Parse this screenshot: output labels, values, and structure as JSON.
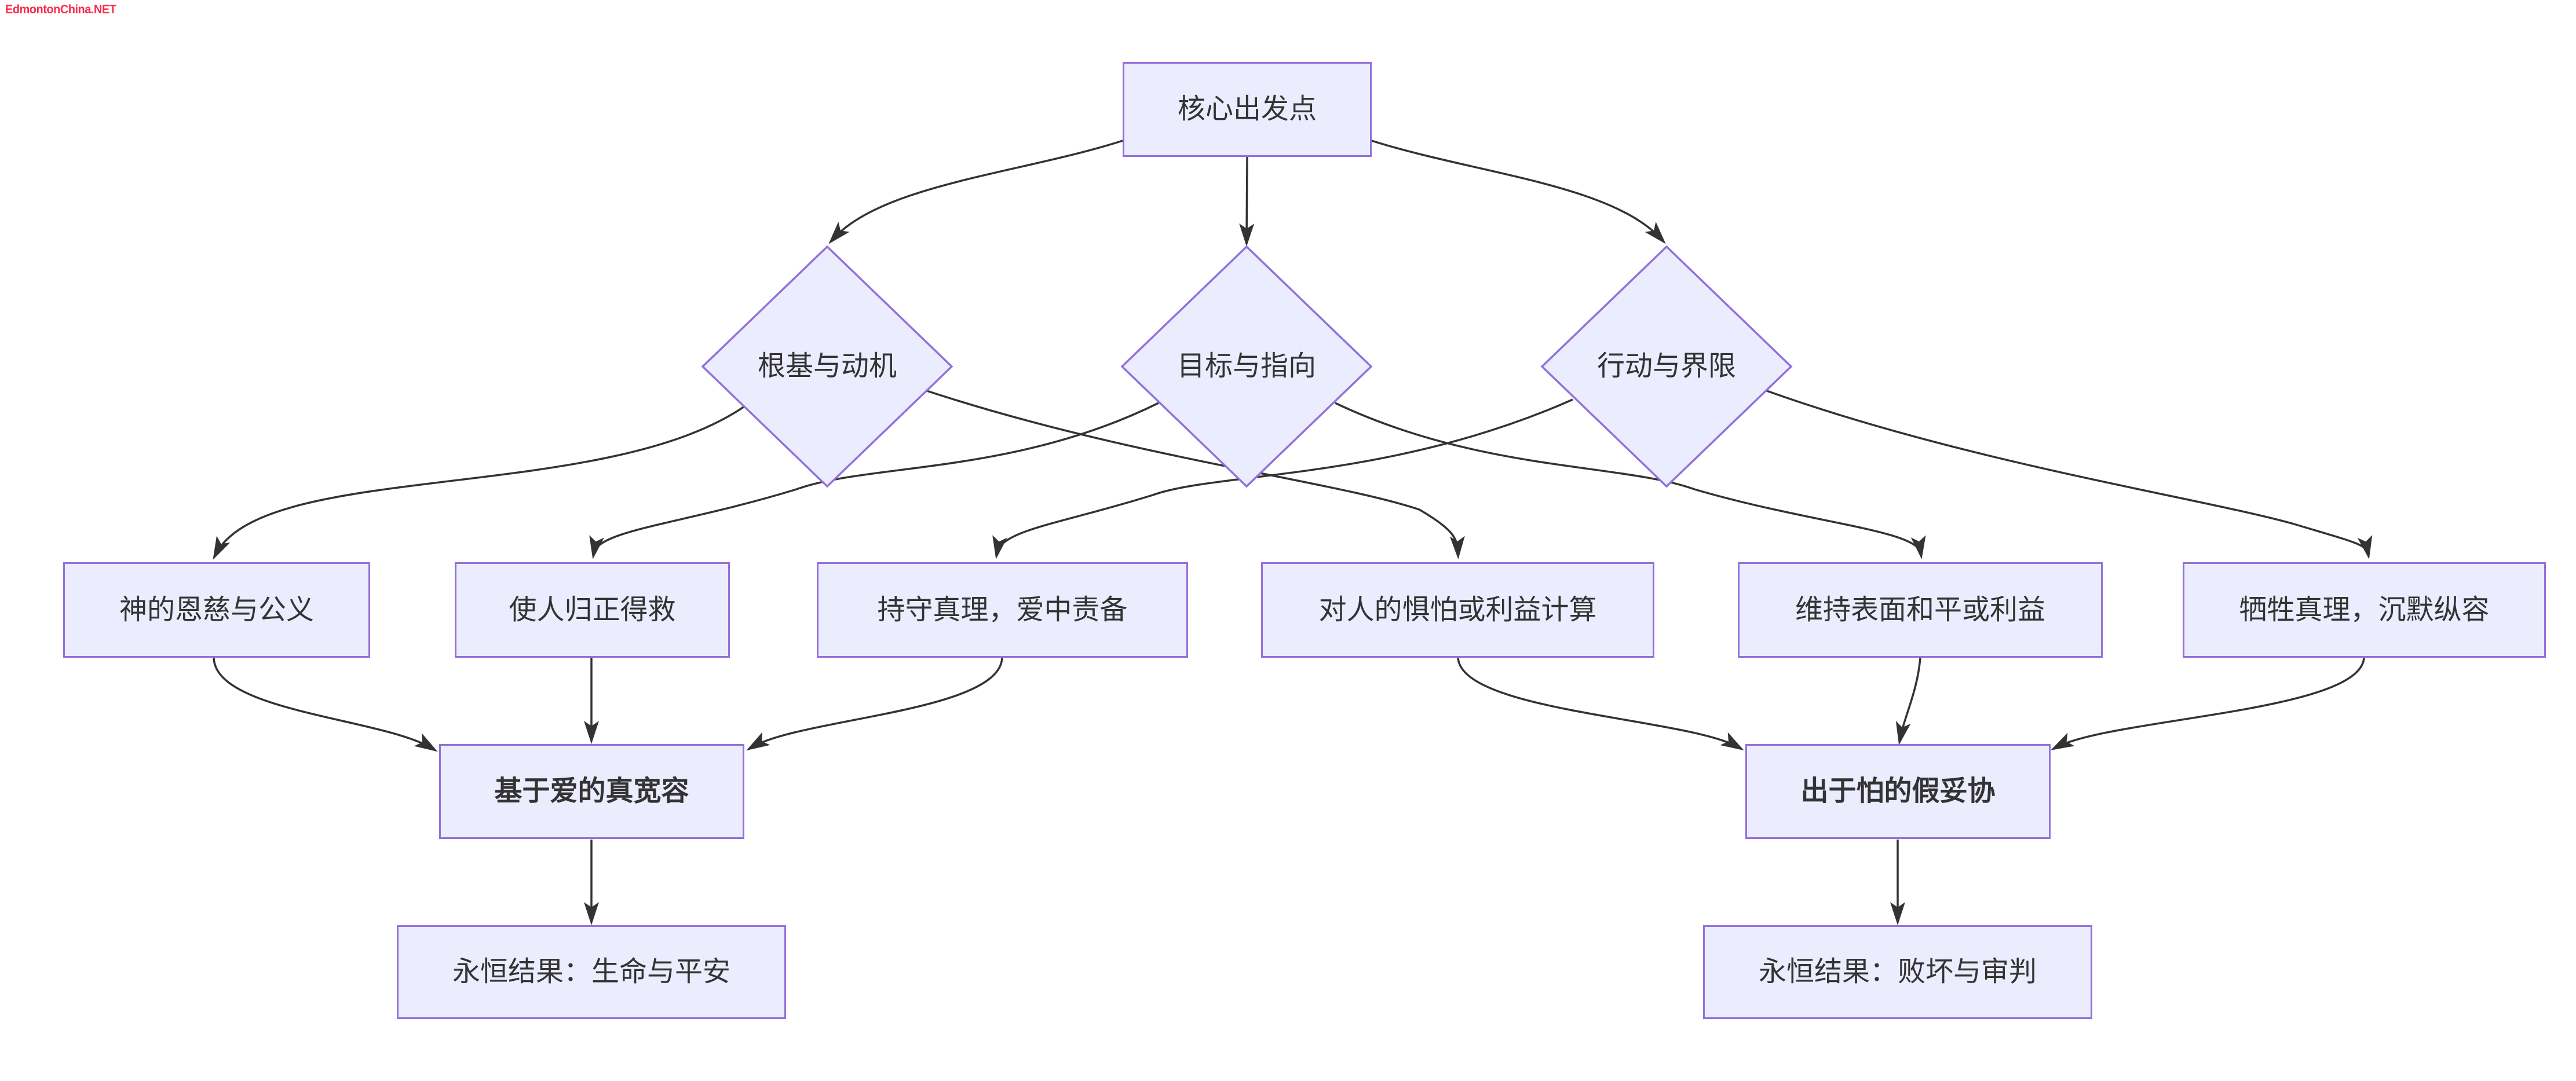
{
  "watermark": "EdmontonChina.NET",
  "colors": {
    "node_fill": "#ECECFF",
    "node_border": "#9370DB",
    "edge": "#333333",
    "text": "#333333",
    "watermark_red": "#F92B4B"
  },
  "nodes": {
    "core": {
      "label": "核心出发点",
      "shape": "rect"
    },
    "foundation": {
      "label": "根基与动机",
      "shape": "diamond"
    },
    "goal": {
      "label": "目标与指向",
      "shape": "diamond"
    },
    "action": {
      "label": "行动与界限",
      "shape": "diamond"
    },
    "grace": {
      "label": "神的恩慈与公义",
      "shape": "rect"
    },
    "salvation": {
      "label": "使人归正得救",
      "shape": "rect"
    },
    "truth_rebuke": {
      "label": "持守真理，爱中责备",
      "shape": "rect"
    },
    "fear_calc": {
      "label": "对人的惧怕或利益计算",
      "shape": "rect"
    },
    "surface_peace": {
      "label": "维持表面和平或利益",
      "shape": "rect"
    },
    "sacrifice_truth": {
      "label": "牺牲真理，沉默纵容",
      "shape": "rect"
    },
    "true_tolerance": {
      "label": "基于爱的真宽容",
      "shape": "rect-bold"
    },
    "false_compromise": {
      "label": "出于怕的假妥协",
      "shape": "rect-bold"
    },
    "result_life": {
      "label": "永恒结果：生命与平安",
      "shape": "rect"
    },
    "result_judgment": {
      "label": "永恒结果：败坏与审判",
      "shape": "rect"
    }
  },
  "edges": [
    {
      "from": "core",
      "to": "foundation"
    },
    {
      "from": "core",
      "to": "goal"
    },
    {
      "from": "core",
      "to": "action"
    },
    {
      "from": "foundation",
      "to": "grace"
    },
    {
      "from": "foundation",
      "to": "fear_calc"
    },
    {
      "from": "goal",
      "to": "salvation"
    },
    {
      "from": "goal",
      "to": "surface_peace"
    },
    {
      "from": "action",
      "to": "truth_rebuke"
    },
    {
      "from": "action",
      "to": "sacrifice_truth"
    },
    {
      "from": "grace",
      "to": "true_tolerance"
    },
    {
      "from": "salvation",
      "to": "true_tolerance"
    },
    {
      "from": "truth_rebuke",
      "to": "true_tolerance"
    },
    {
      "from": "fear_calc",
      "to": "false_compromise"
    },
    {
      "from": "surface_peace",
      "to": "false_compromise"
    },
    {
      "from": "sacrifice_truth",
      "to": "false_compromise"
    },
    {
      "from": "true_tolerance",
      "to": "result_life"
    },
    {
      "from": "false_compromise",
      "to": "result_judgment"
    }
  ]
}
